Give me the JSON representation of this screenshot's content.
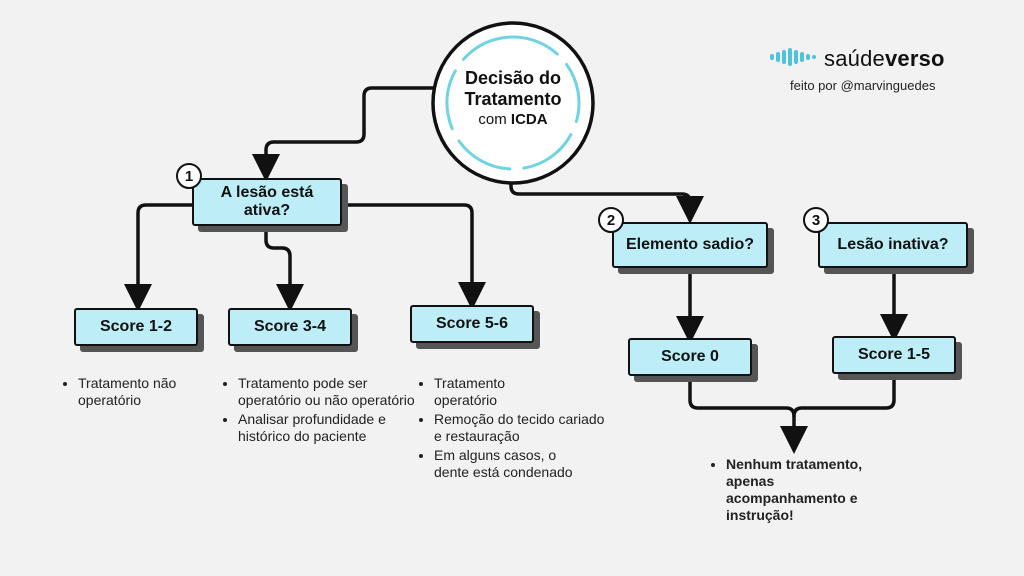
{
  "colors": {
    "box_fill": "#bdeef7",
    "accent": "#6fd3e3",
    "ink": "#111111"
  },
  "brand": {
    "name_light": "saúde",
    "name_bold": "verso",
    "credit": "feito por @marvinguedes",
    "icon": "soundwave-icon"
  },
  "center": {
    "title": "Decisão do Tratamento",
    "sub_prefix": "com ",
    "sub_bold": "ICDA"
  },
  "nodes": {
    "q1": {
      "number": "1",
      "label": "A lesão está ativa?"
    },
    "q2": {
      "number": "2",
      "label": "Elemento sadio?"
    },
    "q3": {
      "number": "3",
      "label": "Lesão inativa?"
    },
    "s12": {
      "label": "Score 1-2"
    },
    "s34": {
      "label": "Score 3-4"
    },
    "s56": {
      "label": "Score 5-6"
    },
    "s0": {
      "label": "Score 0"
    },
    "s15": {
      "label": "Score 1-5"
    }
  },
  "notes": {
    "s12": [
      "Tratamento não operatório"
    ],
    "s34": [
      "Tratamento pode ser operatório ou não operatório",
      "Analisar profundidade e histórico do paciente"
    ],
    "s56": [
      "Tratamento operatório",
      "Remoção do tecido cariado e restauração",
      "Em alguns casos, o dente está condenado"
    ],
    "final": [
      "Nenhum tratamento, apenas acompanhamento e instrução!"
    ]
  }
}
